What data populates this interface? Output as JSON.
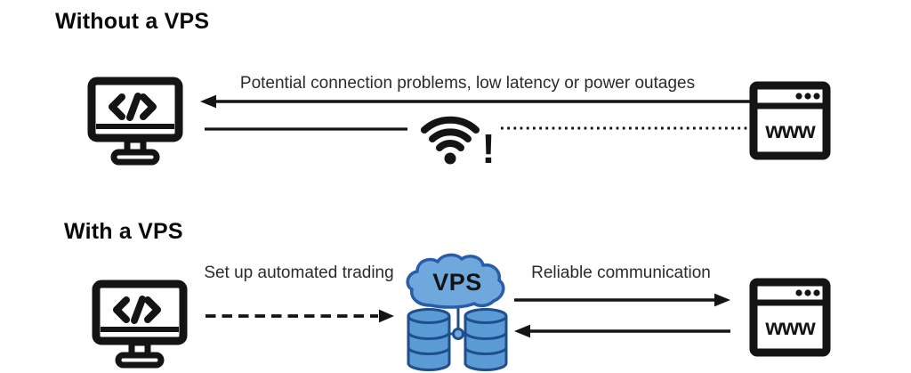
{
  "headings": {
    "without": "Without a VPS",
    "with": "With a VPS"
  },
  "labels": {
    "problems": "Potential connection problems, low latency or power outages",
    "setup": "Set up automated trading",
    "reliable": "Reliable communication"
  },
  "icon_text": {
    "www": "www",
    "vps": "VPS",
    "alert": "!"
  },
  "colors": {
    "background": "#ffffff",
    "ink": "#141414",
    "label_text": "#2b2b2b",
    "cloud_fill": "#6fa8dc",
    "cloud_stroke": "#2a5caa",
    "db_fill": "#5b9bd5",
    "db_stroke": "#1f4e8c"
  }
}
